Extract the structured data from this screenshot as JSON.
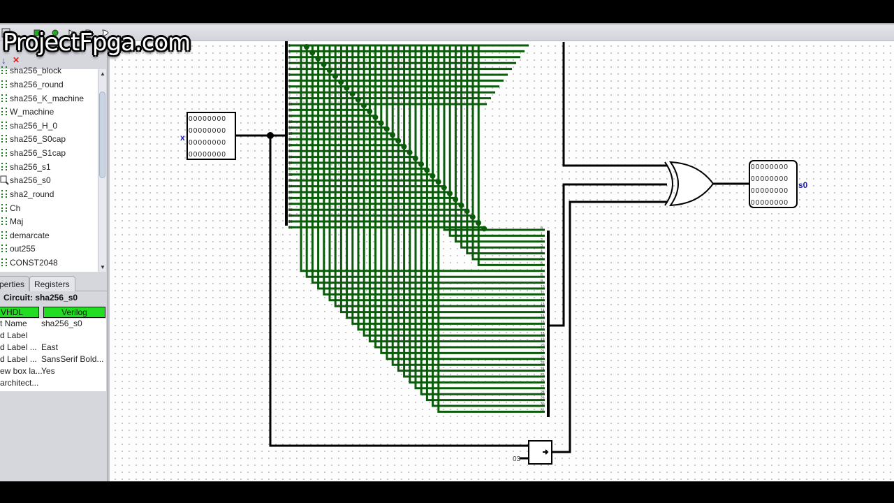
{
  "watermark": "ProjectFpga.com",
  "toolbar": {
    "icons": [
      "pointer-tool-icon",
      "text-tool-icon",
      "add-input-icon",
      "add-output-icon",
      "not-gate-icon",
      "and-gate-icon",
      "or-gate-icon"
    ]
  },
  "explorer": {
    "move_down_icon": "↓",
    "delete_icon": "✕",
    "items": [
      {
        "label": "sha256_block"
      },
      {
        "label": "sha256_round"
      },
      {
        "label": "sha256_K_machine"
      },
      {
        "label": "W_machine"
      },
      {
        "label": "sha256_H_0"
      },
      {
        "label": "sha256_S0cap"
      },
      {
        "label": "sha256_S1cap"
      },
      {
        "label": "sha256_s1"
      },
      {
        "label": "sha256_s0",
        "selected": true
      },
      {
        "label": "sha2_round"
      },
      {
        "label": "Ch"
      },
      {
        "label": "Maj"
      },
      {
        "label": "demarcate"
      },
      {
        "label": "out255"
      },
      {
        "label": "CONST2048"
      }
    ]
  },
  "tabs": {
    "properties": "perties",
    "registers": "Registers"
  },
  "properties": {
    "title": "Circuit: sha256_s0",
    "vhdl_label": "VHDL",
    "verilog_label": "Verilog",
    "rows": [
      {
        "key": "t Name",
        "value": "sha256_s0"
      },
      {
        "key": "d Label",
        "value": ""
      },
      {
        "key": "d Label ...",
        "value": "East"
      },
      {
        "key": "d Label ...",
        "value": "SansSerif Bold..."
      },
      {
        "key": "ew box la...",
        "value": "Yes"
      },
      {
        "key": "architect...",
        "value": ""
      }
    ]
  },
  "circuit": {
    "input_pin": {
      "label": "x",
      "rows": [
        "00000000",
        "00000000",
        "00000000",
        "00000000"
      ]
    },
    "output_pin": {
      "label": "s0",
      "rows": [
        "00000000",
        "00000000",
        "00000000",
        "00000000"
      ]
    },
    "gate": "XOR",
    "shifter_constant": "03",
    "splitter_bits": [
      "0",
      "1",
      "2",
      "3",
      "4",
      "5",
      "6",
      "7",
      "8",
      "9",
      "10",
      "11",
      "12",
      "13",
      "14",
      "15",
      "16",
      "17",
      "18",
      "19",
      "20",
      "21",
      "22",
      "23",
      "24",
      "25",
      "26",
      "27",
      "28",
      "29",
      "30",
      "31"
    ],
    "wire_color": "#0a5c0a",
    "label_color": "#1a1aa8"
  }
}
